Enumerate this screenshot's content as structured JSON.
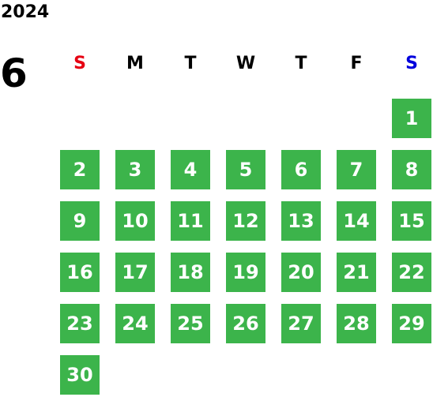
{
  "calendar": {
    "year": "2024",
    "month": "6",
    "weekdays": [
      {
        "label": "S",
        "color": "#e60012"
      },
      {
        "label": "M",
        "color": "#000000"
      },
      {
        "label": "T",
        "color": "#000000"
      },
      {
        "label": "W",
        "color": "#000000"
      },
      {
        "label": "T",
        "color": "#000000"
      },
      {
        "label": "F",
        "color": "#000000"
      },
      {
        "label": "S",
        "color": "#0000dd"
      }
    ],
    "first_weekday_index": 6,
    "days": [
      "1",
      "2",
      "3",
      "4",
      "5",
      "6",
      "7",
      "8",
      "9",
      "10",
      "11",
      "12",
      "13",
      "14",
      "15",
      "16",
      "17",
      "18",
      "19",
      "20",
      "21",
      "22",
      "23",
      "24",
      "25",
      "26",
      "27",
      "28",
      "29",
      "30"
    ],
    "day_color": "#3cb44b",
    "day_text_color": "#ffffff"
  }
}
